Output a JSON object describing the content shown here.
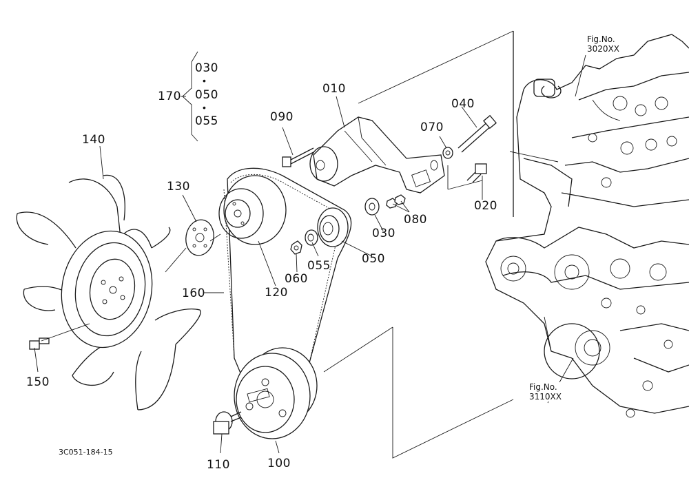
{
  "labels": {
    "p010": "010",
    "p020": "020",
    "p030a": "030",
    "p030b": "030",
    "p040": "040",
    "p050a": "050",
    "p050b": "050",
    "p055a": "055",
    "p055b": "055",
    "p060": "060",
    "p070": "070",
    "p080": "080",
    "p090": "090",
    "p100": "100",
    "p110": "110",
    "p120": "120",
    "p130": "130",
    "p140": "140",
    "p150": "150",
    "p160": "160",
    "p170": "170"
  },
  "figrefs": {
    "top": {
      "line1": "Fig.No.",
      "line2": "3020XX"
    },
    "bottom": {
      "line1": "Fig.No.",
      "line2": "3110XX"
    }
  },
  "drawing_code": "3C051-184-15"
}
